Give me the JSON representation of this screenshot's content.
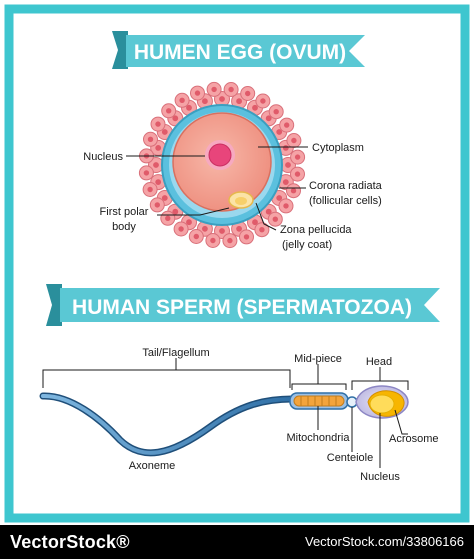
{
  "egg": {
    "banner_title": "HUMEN EGG (OVUM)",
    "labels": {
      "nucleus": "Nucleus",
      "cytoplasm": "Cytoplasm",
      "corona_line1": "Corona radiata",
      "corona_line2": "(follicular cells)",
      "polar_line1": "First polar",
      "polar_line2": "body",
      "zona_line1": "Zona pellucida",
      "zona_line2": "(jelly coat)"
    }
  },
  "sperm": {
    "banner_title": "HUMAN SPERM (SPERMATOZOA)",
    "labels": {
      "tail": "Tail/Flagellum",
      "midpiece": "Mid-piece",
      "head": "Head",
      "mitochondria": "Mitochondria",
      "centeiole": "Centeiole",
      "acrosome": "Acrosome",
      "nucleus": "Nucleus",
      "axoneme": "Axoneme"
    }
  },
  "footer": {
    "watermark_left": "VectorStock®",
    "watermark_right": "VectorStock.com/33806166"
  },
  "colors": {
    "frame": "#3ec6cf",
    "banner": "#5ac8d4",
    "banner_dark": "#2a8f9c",
    "follicle_cell": "#f5a3a6",
    "follicle_core": "#e05b6a",
    "zona": "#5bc0de",
    "cytoplasm": "#f29b8c",
    "egg_nucleus": "#e8457b",
    "sperm_tail": "#2f6fa6",
    "midpiece": "#f3a43c",
    "sperm_head": "#c9c6e8",
    "sperm_nucleus": "#f7b500"
  }
}
